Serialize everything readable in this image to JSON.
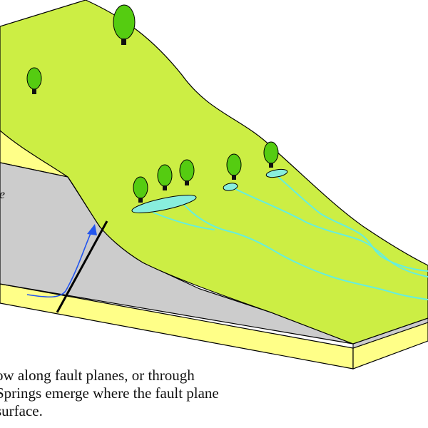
{
  "colors": {
    "surface_green": "#ccee44",
    "tree_green": "#55cc11",
    "trunk": "#111111",
    "rock_gray": "#cccccc",
    "layer_yellow": "#ffff88",
    "spring_cyan": "#88eedd",
    "stream_cyan": "#66eedd",
    "flow_arrow_blue": "#2255ee",
    "fault_black": "#000000"
  },
  "labels": {
    "layer_label": "le"
  },
  "caption": {
    "line1": "ow along fault planes, or through",
    "line2": "Springs emerge where the fault plane",
    "line3": "surface."
  },
  "icons": {
    "tree": "tree-icon",
    "flow_arrow": "groundwater-flow-arrow",
    "fault": "fault-line"
  }
}
